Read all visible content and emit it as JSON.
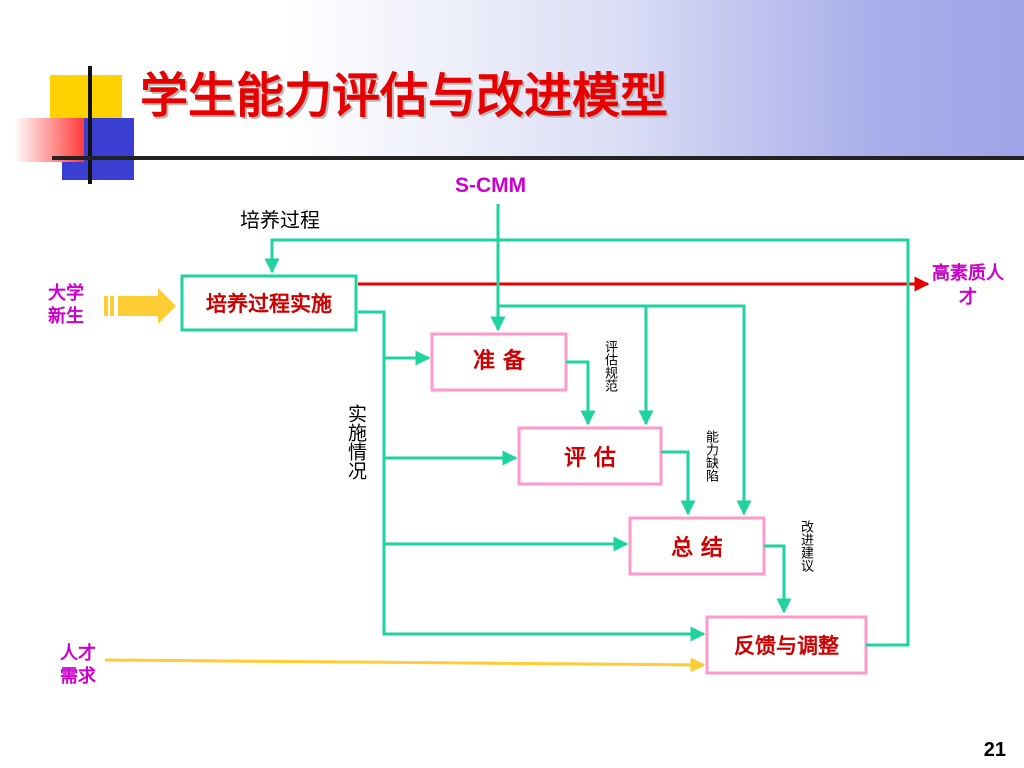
{
  "slide": {
    "title": "学生能力评估与改进模型",
    "page_number": "21"
  },
  "diagram": {
    "top_input": "S-CMM",
    "loop_label": "培养过程",
    "left_input_top": "大学新生",
    "left_input_bottom": "人才需求",
    "right_output": "高素质人才",
    "boxes": {
      "implementation": "培养过程实施",
      "prepare": "准 备",
      "evaluate": "评 估",
      "summary": "总 结",
      "feedback": "反馈与调整"
    },
    "side_labels": {
      "implementation_status": "实施情况",
      "eval_spec": "评估规范",
      "ability_gap": "能力缺陷",
      "improve_advice": "改进建议"
    },
    "colors": {
      "flow_green": "#1fd3a0",
      "output_red": "#e60000",
      "demand_yellow": "#ffcc33",
      "box_pink": "#ff99cc",
      "label_magenta": "#cc00cc"
    }
  }
}
